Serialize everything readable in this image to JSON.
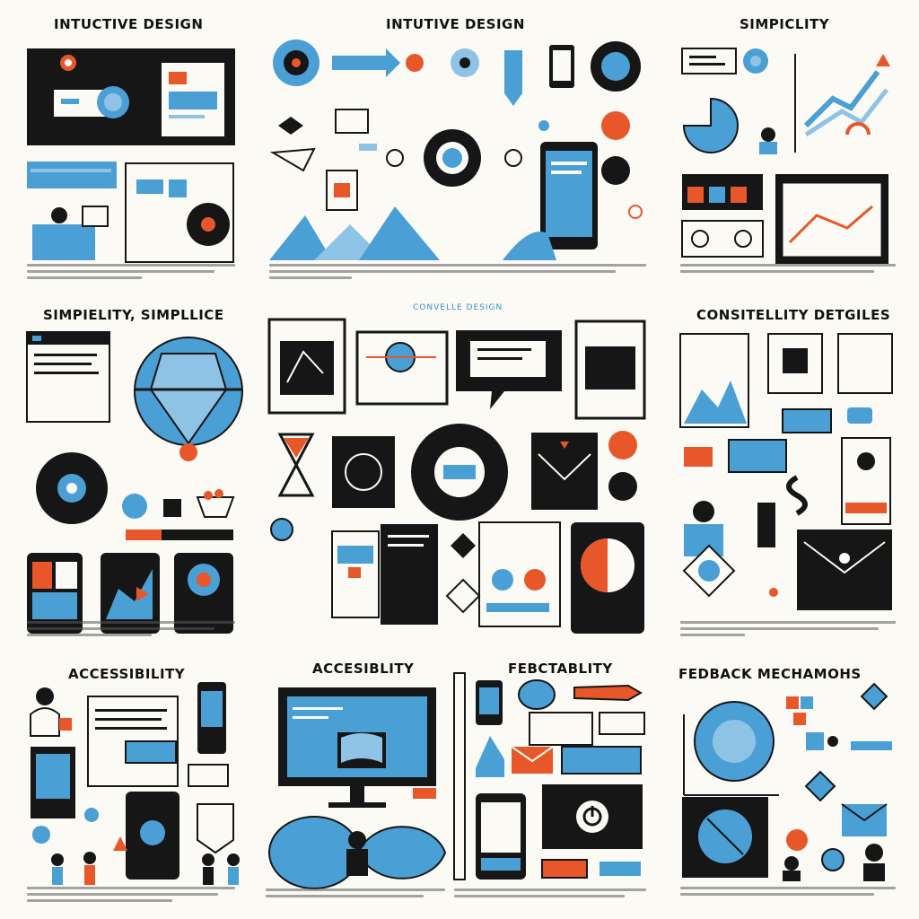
{
  "colors": {
    "blue": "#4a9fd4",
    "lightblue": "#8fc3e6",
    "orange": "#e8572a",
    "black": "#161616",
    "bg": "#fbfaf4"
  },
  "panels": [
    {
      "title": "INTUCTIVE DESIGN"
    },
    {
      "title": "INTUTIVE DESIGN"
    },
    {
      "title": "SIMPICLITY"
    },
    {
      "title": "SIMPIELITY, SIMPLLICE"
    },
    {
      "title": "CONVELLE DESIGN"
    },
    {
      "title": "CONSITELLITY DETGILES"
    },
    {
      "title": "ACCESSIBILITY"
    },
    {
      "title": "ACCESIBLITY"
    },
    {
      "title": "FEBCTABLITY"
    },
    {
      "title": "FEDBACK MECHAMOHS"
    }
  ],
  "icons": [
    "target-icon",
    "arrow-right-icon",
    "gear-icon",
    "pencil-icon",
    "phone-icon",
    "hand-holding-phone-icon",
    "mountain-icon",
    "pie-chart-icon",
    "line-chart-icon",
    "person-icon",
    "hourglass-icon",
    "globe-icon",
    "envelope-icon",
    "chat-bubble-icon",
    "monitor-icon",
    "close-icon",
    "heart-icon",
    "power-icon",
    "diamond-icon"
  ]
}
